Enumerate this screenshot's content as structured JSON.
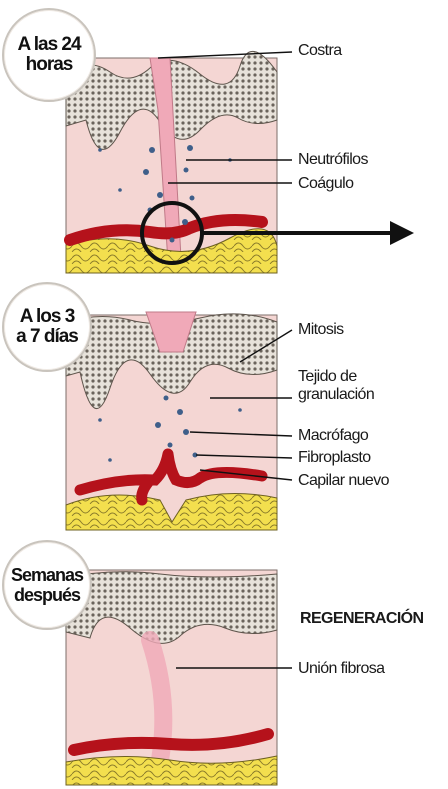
{
  "stages": [
    {
      "badge": "A las 24 horas",
      "labels": [
        "Costra",
        "Neutrófilos",
        "Coágulo"
      ]
    },
    {
      "badge": "A los 3 a 7 días",
      "labels": [
        "Mitosis",
        "Tejido de granulación",
        "Macrófago",
        "Fibroplasto",
        "Capilar nuevo"
      ]
    },
    {
      "badge": "Semanas después",
      "labels": [
        "Unión fibrosa"
      ],
      "heading": "REGENERACIÓN"
    }
  ],
  "colors": {
    "skin": "#f4d6d3",
    "epidermis": "#d8d2c9",
    "vessel": "#b5121b",
    "fat": "#f3df4e",
    "cell": "#3f5f8a"
  },
  "icons": [
    "arrow-right-icon",
    "magnifier-circle-icon"
  ]
}
